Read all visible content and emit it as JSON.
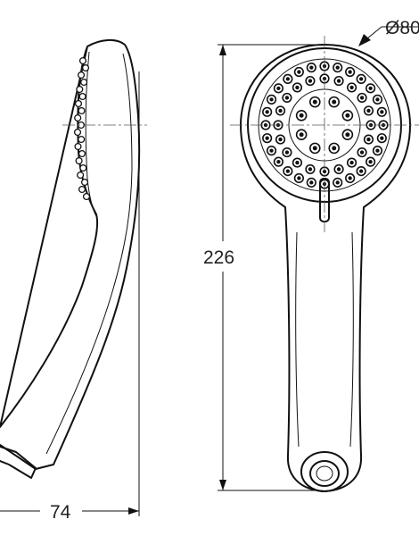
{
  "drawing": {
    "dimensions": {
      "diameter_label": "Ø80",
      "height_label": "226",
      "width_label": "74"
    },
    "colors": {
      "line": "#111111",
      "background": "#ffffff"
    }
  }
}
